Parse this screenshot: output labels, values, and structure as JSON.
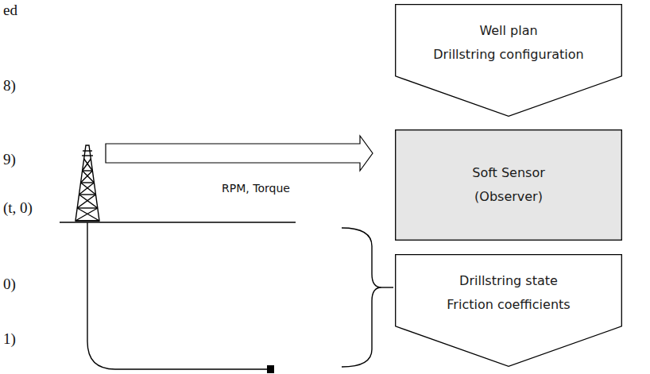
{
  "diagram": {
    "nodes": [
      {
        "text": [
          "Well plan",
          "Drillstring configuration"
        ]
      },
      {
        "text": [
          "Soft Sensor",
          "(Observer)"
        ]
      },
      {
        "text": [
          "Drillstring state",
          "Friction coefficients"
        ]
      }
    ],
    "labels": [
      "ed",
      "8)",
      "9)",
      "(t, 0)",
      "0)",
      "1)",
      "RPM, Torque"
    ]
  }
}
